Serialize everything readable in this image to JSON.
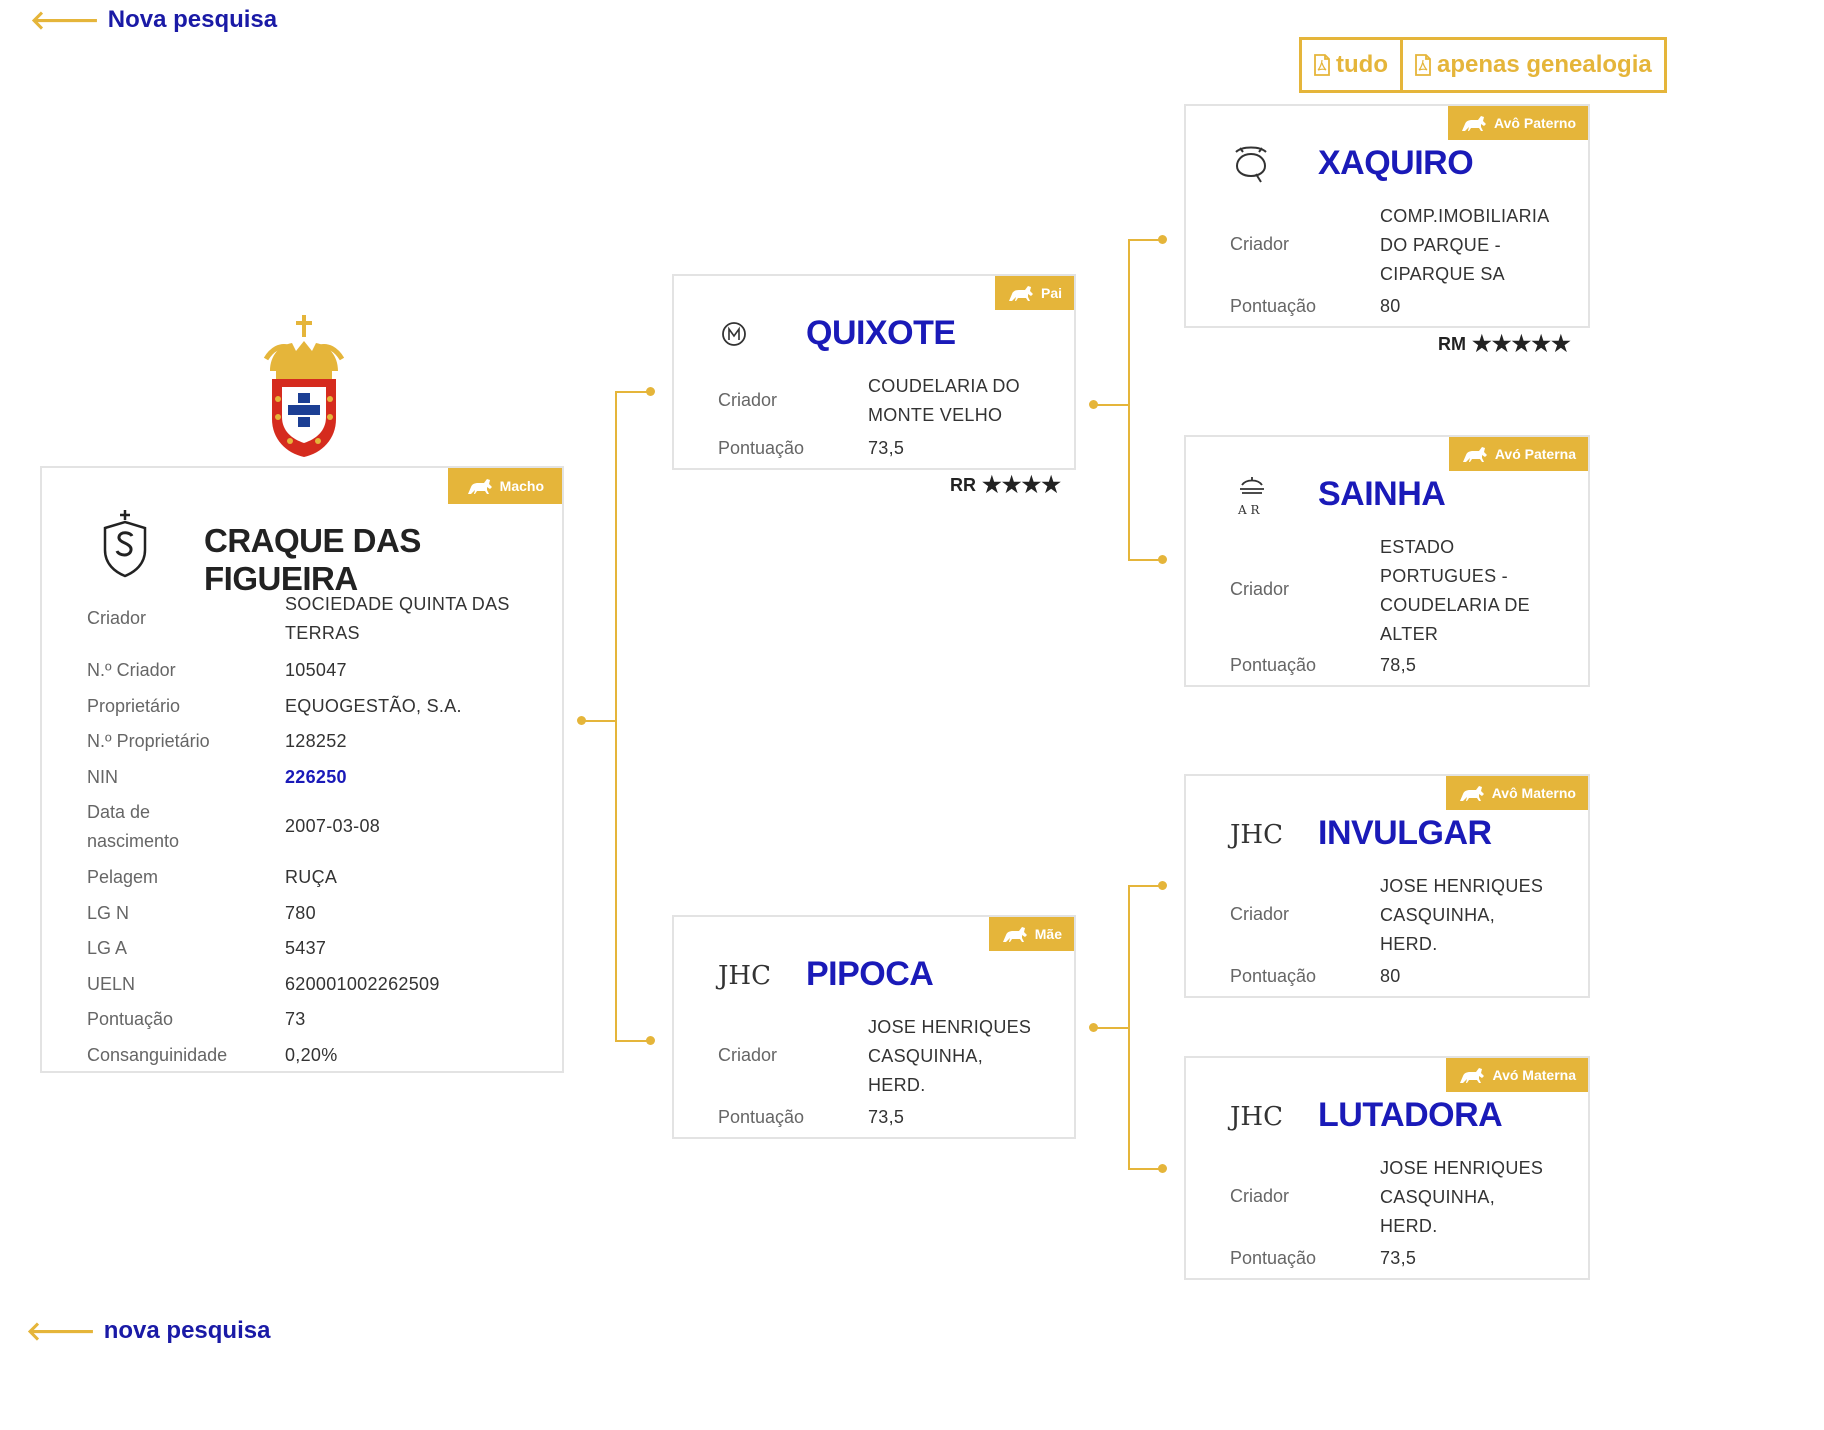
{
  "nav": {
    "top_link": "Nova pesquisa",
    "bottom_link": "nova pesquisa"
  },
  "pdf": {
    "all_label": "tudo",
    "genealogy_label": "apenas genealogia"
  },
  "colors": {
    "accent": "#e5b53a",
    "link_blue": "#1a1ab8"
  },
  "main": {
    "badge": "Macho",
    "brand_icon": "s-crown-brand-icon",
    "name": "CRAQUE DAS FIGUEIRA",
    "fields": [
      {
        "label": "Criador",
        "value": "SOCIEDADE  QUINTA DAS TERRAS"
      },
      {
        "label": "N.º Criador",
        "value": "105047"
      },
      {
        "label": "Proprietário",
        "value": "EQUOGESTÃO,  S.A."
      },
      {
        "label": "N.º Proprietário",
        "value": "128252"
      },
      {
        "label": "NIN",
        "value": "226250"
      },
      {
        "label": "Data de nascimento",
        "value": "2007-03-08"
      },
      {
        "label": "Pelagem",
        "value": "RUÇA"
      },
      {
        "label": "LG N",
        "value": "780"
      },
      {
        "label": "LG A",
        "value": "5437"
      },
      {
        "label": "UELN",
        "value": "620001002262509"
      },
      {
        "label": "Pontuação",
        "value": "73"
      },
      {
        "label": "Consanguinidade",
        "value": "0,20%"
      }
    ]
  },
  "father": {
    "badge": "Pai",
    "name": "QUIXOTE",
    "breeder_label": "Criador",
    "breeder": "COUDELARIA  DO MONTE VELHO",
    "score_label": "Pontuação",
    "score": "73,5",
    "rating_code": "RR",
    "stars": 4
  },
  "mother": {
    "badge": "Mãe",
    "name": "PIPOCA",
    "brand_text": "JHC",
    "breeder_label": "Criador",
    "breeder": "JOSE HENRIQUES CASQUINHA, HERD.",
    "score_label": "Pontuação",
    "score": "73,5"
  },
  "grandparents": [
    {
      "badge": "Avô Paterno",
      "name": "XAQUIRO",
      "breeder_label": "Criador",
      "breeder": "COMP.IMOBILIARIA DO PARQUE - CIPARQUE  SA",
      "score_label": "Pontuação",
      "score": "80",
      "rating_code": "RM",
      "stars": 5
    },
    {
      "badge": "Avó Paterna",
      "name": "SAINHA",
      "brand_text": "A R",
      "breeder_label": "Criador",
      "breeder": "ESTADO PORTUGUES - COUDELARIA  DE ALTER",
      "score_label": "Pontuação",
      "score": "78,5"
    },
    {
      "badge": "Avô Materno",
      "name": "INVULGAR",
      "brand_text": "JHC",
      "breeder_label": "Criador",
      "breeder": "JOSE HENRIQUES CASQUINHA, HERD.",
      "score_label": "Pontuação",
      "score": "80"
    },
    {
      "badge": "Avó Materna",
      "name": "LUTADORA",
      "brand_text": "JHC",
      "breeder_label": "Criador",
      "breeder": "JOSE HENRIQUES CASQUINHA, HERD.",
      "score_label": "Pontuação",
      "score": "73,5"
    }
  ]
}
